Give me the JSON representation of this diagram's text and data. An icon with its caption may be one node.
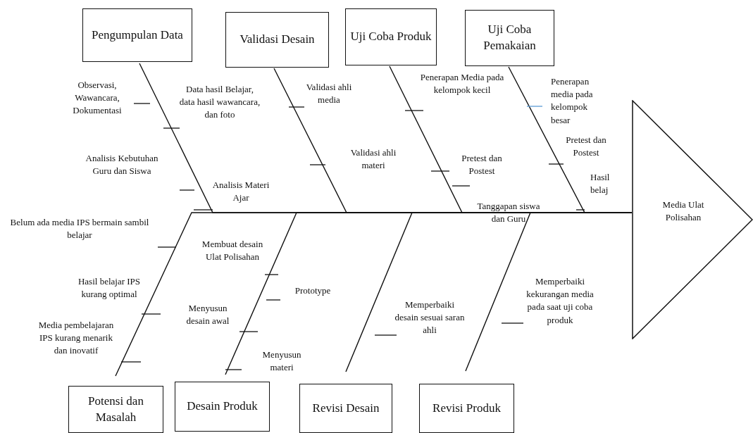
{
  "diagram": {
    "nodes": [
      {
        "text": [
          "Pengumpulan Data"
        ]
      },
      {
        "text": [
          "Validasi Desain"
        ]
      },
      {
        "text": [
          "Uji Coba Produk"
        ]
      },
      {
        "text": [
          "Uji Coba Pemakaian"
        ]
      },
      {
        "text": [
          "Potensi dan Masalah"
        ]
      },
      {
        "text": [
          "Desain Produk"
        ]
      },
      {
        "text": [
          "Revisi Desain"
        ]
      },
      {
        "text": [
          "Revisi Produk"
        ]
      },
      {
        "text": [
          "Media Ulat Polisahan"
        ]
      }
    ],
    "edges": [
      {
        "from": 0,
        "to": 8,
        "arrow": "none"
      },
      {
        "from": 1,
        "to": 8,
        "arrow": "none"
      },
      {
        "from": 2,
        "to": 8,
        "arrow": "none"
      },
      {
        "from": 3,
        "to": 8,
        "arrow": "none"
      },
      {
        "from": 4,
        "to": 8,
        "arrow": "none"
      },
      {
        "from": 5,
        "to": 8,
        "arrow": "none"
      },
      {
        "from": 6,
        "to": 8,
        "arrow": "none"
      },
      {
        "from": 7,
        "to": 8,
        "arrow": "none"
      }
    ],
    "labels": [
      "Observasi, Wawancara, Dokumentasi",
      "Data hasil Belajar, data hasil wawancara, dan foto",
      "Analisis Kebutuhan Guru dan Siswa",
      "Analisis Materi Ajar",
      "Validasi ahli media",
      "Validasi ahli materi",
      "Penerapan Media pada kelompok kecil",
      "Pretest dan Postest",
      "Tanggapan siswa dan Guru",
      "Penerapan media pada kelompok besar",
      "Pretest dan Postest",
      "Hasil belaj",
      "Belum ada media IPS bermain sambil belajar",
      "Hasil belajar IPS kurang optimal",
      "Media pembelajaran IPS kurang menarik dan inovatif",
      "Membuat desain Ulat Polisahan",
      "Prototype",
      "Menyusun desain awal",
      "Menyusun materi",
      "Memperbaiki desain sesuai saran ahli",
      "Memperbaiki kekurangan media pada saat uji coba produk"
    ]
  }
}
